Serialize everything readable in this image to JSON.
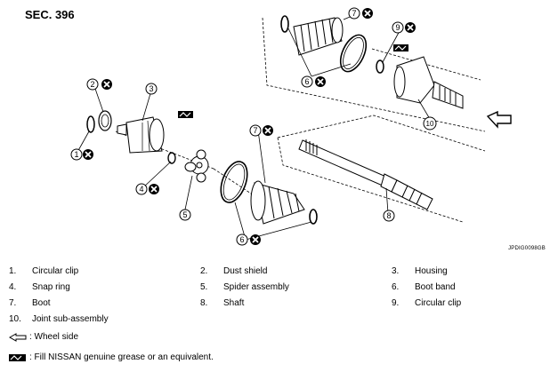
{
  "title": "SEC. 396",
  "figure_code": "JPDIG0098GB",
  "callouts": [
    "1",
    "2",
    "3",
    "4",
    "5",
    "6",
    "6",
    "7",
    "7",
    "8",
    "9",
    "10"
  ],
  "legend": [
    {
      "num": "1.",
      "label": "Circular clip"
    },
    {
      "num": "2.",
      "label": "Dust shield"
    },
    {
      "num": "3.",
      "label": "Housing"
    },
    {
      "num": "4.",
      "label": "Snap ring"
    },
    {
      "num": "5.",
      "label": "Spider assembly"
    },
    {
      "num": "6.",
      "label": "Boot band"
    },
    {
      "num": "7.",
      "label": "Boot"
    },
    {
      "num": "8.",
      "label": "Shaft"
    },
    {
      "num": "9.",
      "label": "Circular clip"
    },
    {
      "num": "10.",
      "label": "Joint sub-assembly"
    }
  ],
  "notes": {
    "wheel_side": ": Wheel side",
    "grease": ": Fill NISSAN genuine grease or an equivalent."
  },
  "icons": {
    "wheel_side": "hollow-arrow-icon",
    "grease": "grease-icon",
    "non_reusable": "x-circle-icon"
  }
}
